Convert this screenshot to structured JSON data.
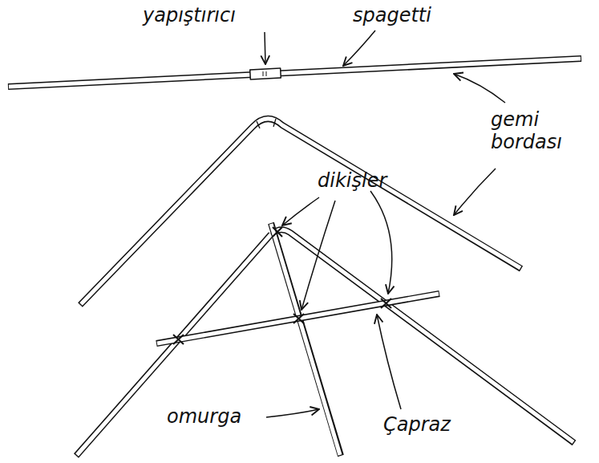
{
  "diagram": {
    "labels": [
      "yapıştırıcı",
      "spagetti",
      "gemi bordası",
      "dikişler",
      "omurga",
      "Çapraz"
    ]
  }
}
